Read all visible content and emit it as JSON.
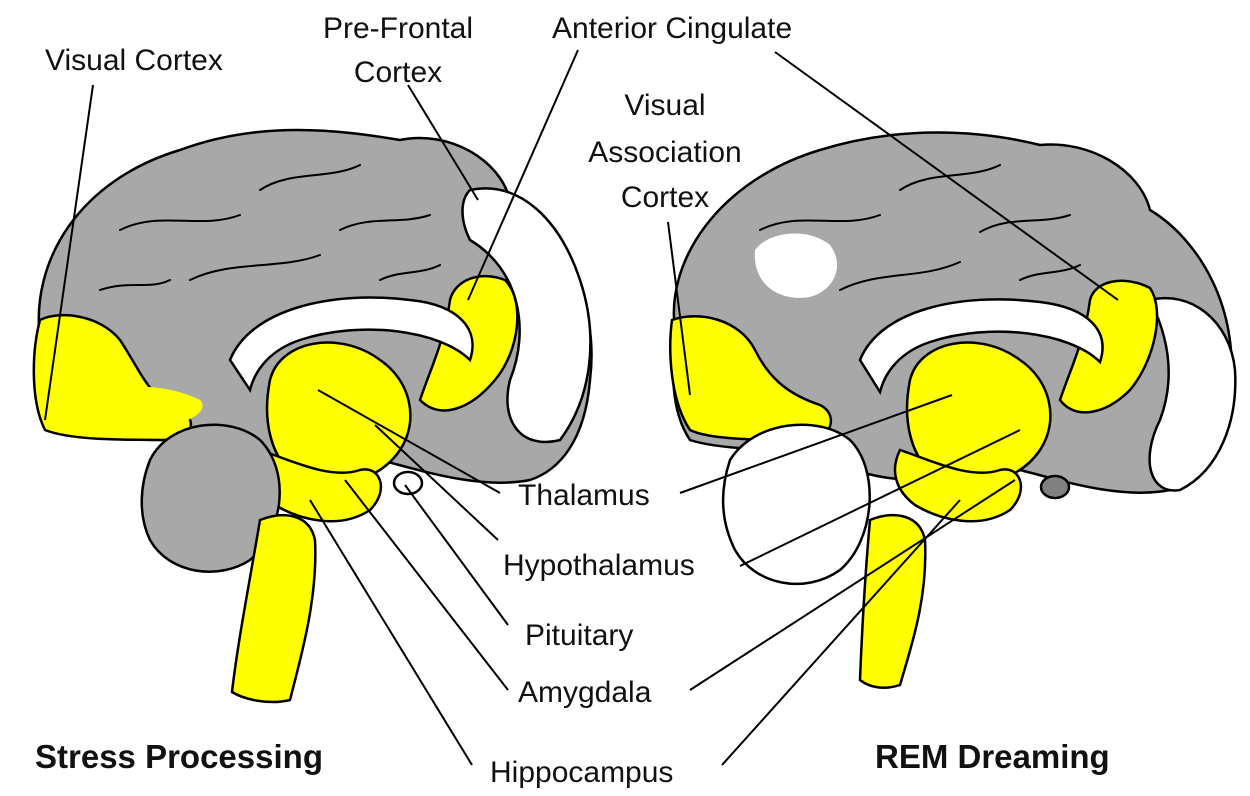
{
  "labels": {
    "visual_cortex": "Visual Cortex",
    "pre_frontal_line1": "Pre-Frontal",
    "pre_frontal_line2": "Cortex",
    "anterior_cingulate": "Anterior Cingulate",
    "visual_assoc_line1": "Visual",
    "visual_assoc_line2": "Association",
    "visual_assoc_line3": "Cortex",
    "thalamus": "Thalamus",
    "hypothalamus": "Hypothalamus",
    "pituitary": "Pituitary",
    "amygdala": "Amygdala",
    "hippocampus": "Hippocampus"
  },
  "captions": {
    "left": "Stress Processing",
    "right": "REM Dreaming"
  },
  "colors": {
    "active": "#ffff00",
    "cortex": "#a8a8a8",
    "inactive": "#ffffff",
    "outline": "#000000"
  }
}
